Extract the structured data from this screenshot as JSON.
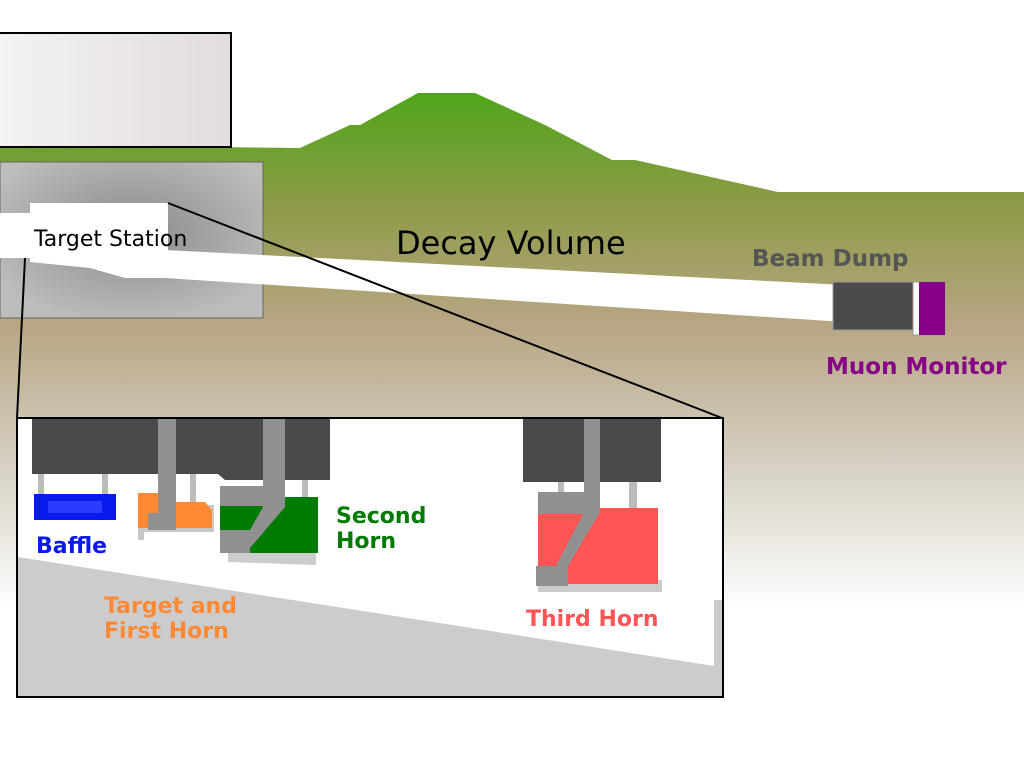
{
  "labels": {
    "target_station": "Target Station",
    "decay_volume": "Decay Volume",
    "beam_dump": "Beam Dump",
    "muon_monitor": "Muon Monitor",
    "baffle": "Baffle",
    "second_horn_1": "Second",
    "second_horn_2": "Horn",
    "target_first_horn_1": "Target and",
    "target_first_horn_2": "First Horn",
    "third_horn": "Third Horn"
  },
  "colors": {
    "hill_green": "#3aaa0a",
    "soil": "#b7a684",
    "concrete_gray": "#a8a8a8",
    "dark_block": "#4a4a4a",
    "baffle_blue": "#0a1aee",
    "target_orange": "#ff8a33",
    "second_horn_green": "#007a00",
    "third_horn_red": "#ff5555",
    "muon_purple": "#870087",
    "beam_dump_label": "#555555"
  }
}
